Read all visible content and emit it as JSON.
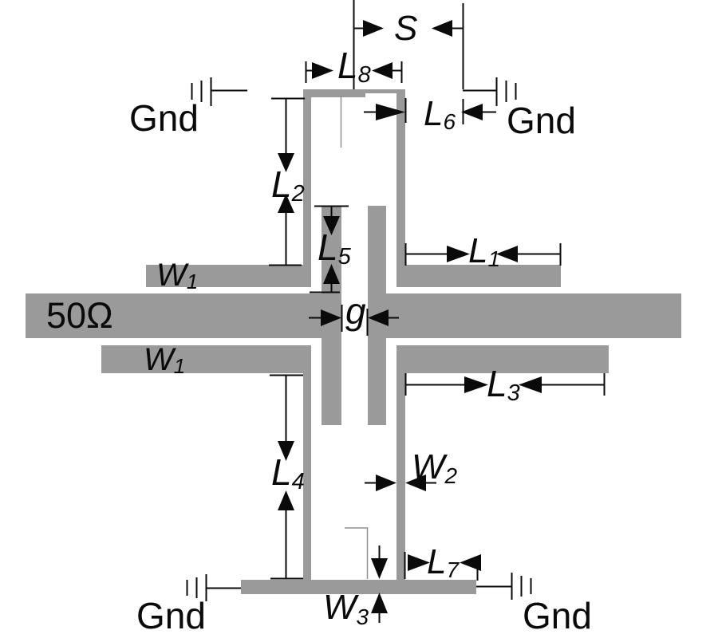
{
  "diagram": {
    "colors": {
      "metal": "#9a9a9a",
      "dimension": "#0a0a0a",
      "hairline": "#8f8f8f"
    },
    "labels": {
      "impedance": "50Ω",
      "gnd": "Gnd",
      "s": "S",
      "g": "g",
      "l1": {
        "base": "L",
        "sub": "1"
      },
      "l2": {
        "base": "L",
        "sub": "2"
      },
      "l3": {
        "base": "L",
        "sub": "3"
      },
      "l4": {
        "base": "L",
        "sub": "4"
      },
      "l5": {
        "base": "L",
        "sub": "5"
      },
      "l6": {
        "base": "L",
        "sub": "6"
      },
      "l7": {
        "base": "L",
        "sub": "7"
      },
      "l8": {
        "base": "L",
        "sub": "8"
      },
      "w1": {
        "base": "W",
        "sub": "1"
      },
      "w2": {
        "base": "W",
        "sub": "2"
      },
      "w3": {
        "base": "W",
        "sub": "3"
      }
    }
  }
}
